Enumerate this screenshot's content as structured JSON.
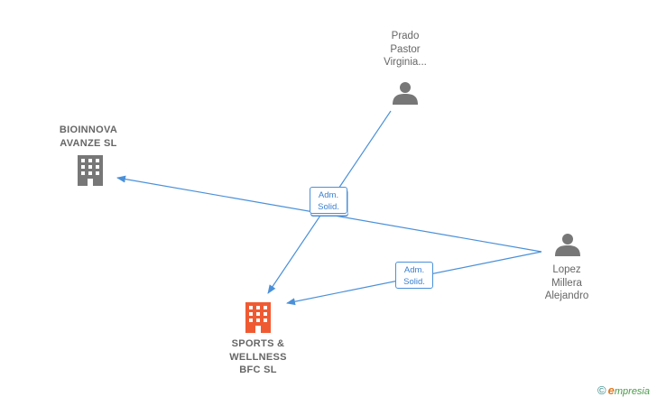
{
  "nodes": {
    "prado": {
      "label": "Prado\nPastor\nVirginia...",
      "icon": "person-icon",
      "color": "#777777"
    },
    "bioinnova": {
      "label": "BIOINNOVA\nAVANZE  SL",
      "icon": "building-icon",
      "color": "#777777"
    },
    "lopez": {
      "label": "Lopez\nMillera\nAlejandro",
      "icon": "person-icon",
      "color": "#777777"
    },
    "sports": {
      "label": "SPORTS &\nWELLNESS\nBFC  SL",
      "icon": "building-icon",
      "color": "#f05a32"
    }
  },
  "edges": [
    {
      "from": "prado",
      "to": "sports",
      "label": "Adm.\nSolid."
    },
    {
      "from": "lopez",
      "to": "bioinnova",
      "label": "Adm.\nSolid."
    },
    {
      "from": "lopez",
      "to": "sports",
      "label": "Adm.\nSolid."
    }
  ],
  "edge_color": "#4a90d9",
  "brand": {
    "symbol": "©",
    "initial": "e",
    "name": "mpresia"
  }
}
